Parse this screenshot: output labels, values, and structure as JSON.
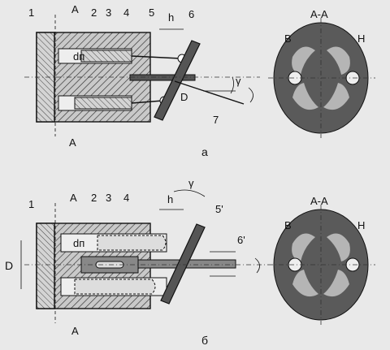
{
  "top": {
    "labels": {
      "n1": "1",
      "n2": "2",
      "n3": "3",
      "n4": "4",
      "n5": "5",
      "n6": "6",
      "n7": "7",
      "dn": "dп",
      "h": "h",
      "D": "D",
      "gamma": "γ",
      "sectionA": "A"
    },
    "caption": "a",
    "section": {
      "title": "A-A",
      "left": "B",
      "right": "H"
    }
  },
  "bottom": {
    "labels": {
      "n1": "1",
      "n2": "2",
      "n3": "3",
      "n4": "4",
      "n5": "5'",
      "n6": "6'",
      "dn": "dп",
      "h": "h",
      "D": "D",
      "gamma": "γ",
      "sectionA": "A"
    },
    "caption": "б",
    "section": {
      "title": "A-A",
      "left": "B",
      "right": "H"
    }
  }
}
